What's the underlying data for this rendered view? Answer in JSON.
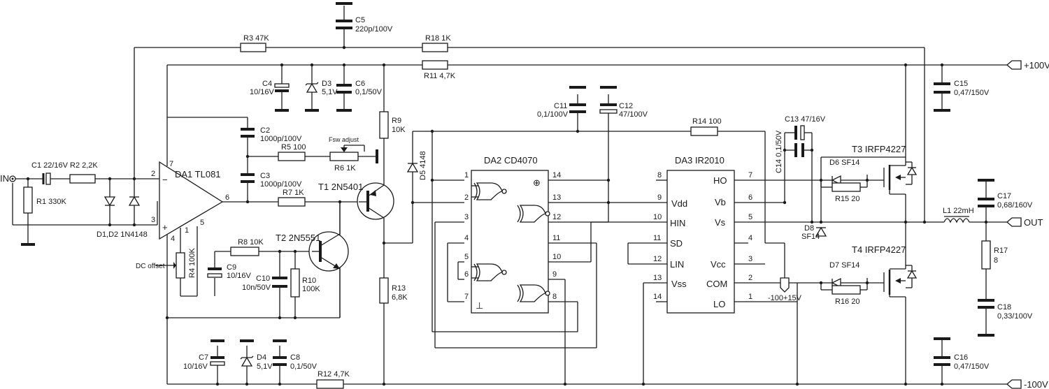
{
  "components": {
    "C1": "C1 22/16V",
    "R2": "R2 2,2K",
    "R1": "R1 330K",
    "D1D2": "D1,D2 1N4148",
    "DA1": "DA1 TL081",
    "R3": "R3 47K",
    "C5": "C5",
    "C5v": "220p/100V",
    "R18": "R18 1K",
    "R11": "R11 4,7K",
    "C4": "C4",
    "C4v": "10/16V",
    "D3": "D3",
    "D3v": "5,1V",
    "C6": "C6",
    "C6v": "0,1/50V",
    "C2": "C2",
    "C2v": "1000p/100V",
    "R5": "R5 100",
    "Fsw": "Fsw adjust",
    "R6": "R6 1K",
    "C3": "C3",
    "C3v": "1000p/100V",
    "R7": "R7 1K",
    "T1": "T1 2N5401",
    "T2": "T2 2N5551",
    "R8": "R8 10K",
    "DCoff": "DC offset",
    "R4": "R4 100K",
    "C9": "C9",
    "C9v": "10/16V",
    "C10": "C10",
    "C10v": "10n/50V",
    "R10": "R10",
    "R10v": "100K",
    "R9": "R9",
    "R9v": "10K",
    "D5": "D5 4148",
    "R13": "R13",
    "R13v": "6,8K",
    "C7": "C7",
    "C7v": "10/16V",
    "D4": "D4",
    "D4v": "5,1V",
    "C8": "C8",
    "C8v": "0,1/50V",
    "R12": "R12 4,7K",
    "C11": "C11",
    "C11v": "0,1/100V",
    "C12": "C12",
    "C12v": "47/100V",
    "R14": "R14 100",
    "DA2": "DA2 CD4070",
    "DA3": "DA3 IR2010",
    "C13": "C13 47/16V",
    "C14": "C14 0,1/50V",
    "D6": "D6 SF14",
    "R15": "R15 20",
    "D8": "D8",
    "D8v": "SF14",
    "D7": "D7 SF14",
    "R16": "R16 20",
    "T3": "T3 IRFP4227",
    "T4": "T4 IRFP4227",
    "C15": "C15",
    "C15v": "0,47/150V",
    "C16": "C16",
    "C16v": "0,47/150V",
    "L1": "L1 22mH",
    "C17": "C17",
    "C17v": "0,68/160V",
    "R17": "R17",
    "R17v": "8",
    "C18": "C18",
    "C18v": "0,33/100V"
  },
  "ports": {
    "in": "IN",
    "pos100": "+100V",
    "out": "OUT",
    "neg100": "-100V",
    "v15": "-100+15V"
  },
  "opamp": {
    "minus": "−",
    "plus": "+"
  },
  "pins": {
    "op2": "2",
    "op3": "3",
    "op7": "7",
    "op6": "6",
    "op4": "4",
    "op5": "5",
    "op1": "1",
    "a1": "1",
    "a2": "2",
    "a3": "3",
    "a4": "4",
    "a5": "5",
    "a6": "6",
    "a7": "7",
    "a14": "14",
    "a13": "13",
    "a12": "12",
    "a11": "11",
    "a10": "10",
    "a9": "9",
    "a8": "8",
    "b8": "8",
    "b9": "9",
    "b10": "10",
    "b11": "11",
    "b12": "12",
    "b13": "13",
    "b14": "14",
    "b7": "7",
    "b6": "6",
    "b5": "5",
    "b4": "4",
    "b3": "3",
    "b2": "2",
    "b1": "1"
  },
  "ir2010": {
    "vdd": "Vdd",
    "hin": "HIN",
    "sd": "SD",
    "lin": "LIN",
    "vss": "Vss",
    "ho": "HO",
    "vb": "Vb",
    "vs": "Vs",
    "vcc": "Vcc",
    "com": "COM",
    "lo": "LO"
  },
  "power_symbols": {
    "vdd_mark": "⊕",
    "gnd_mark": "⊥"
  }
}
